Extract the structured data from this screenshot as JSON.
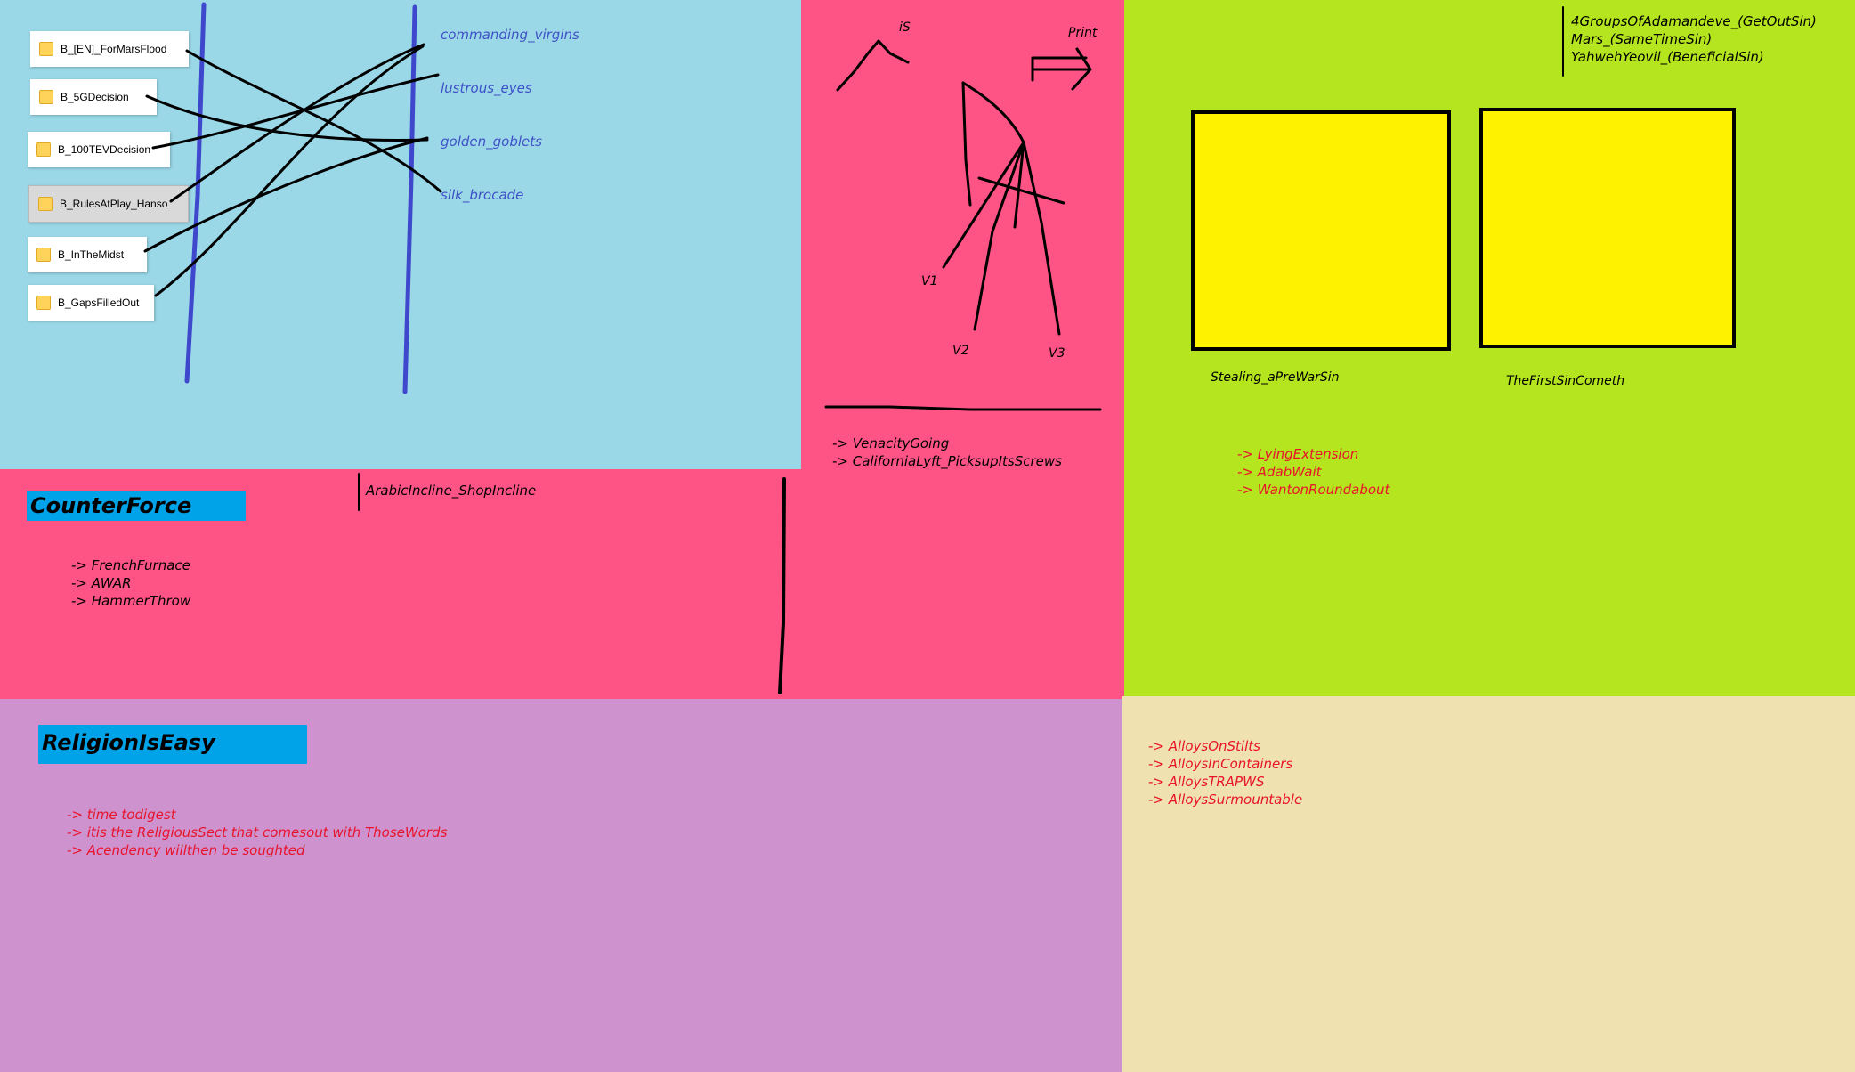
{
  "folders": [
    "B_[EN]_ForMarsFlood",
    "B_5GDecision",
    "B_100TEVDecision",
    "B_RulesAtPlay_Hanso",
    "B_InTheMidst",
    "B_GapsFilledOut"
  ],
  "blue_words": [
    "commanding_virgins",
    "lustrous_eyes",
    "golden_goblets",
    "silk_brocade"
  ],
  "pink_top": {
    "labels": {
      "top": "iS",
      "print": "Print",
      "v1": "V1",
      "v2": "V2",
      "v3": "V3"
    },
    "list": [
      "-> VenacityGoing",
      "-> CaliforniaLyft_PicksupItsScrews"
    ]
  },
  "green": {
    "header_lines": [
      "4GroupsOfAdamandeve_(GetOutSin)",
      "Mars_(SameTimeSin)",
      "YahwehYeovil_(BeneficialSin)"
    ],
    "box1_label": "Stealing_aPreWarSin",
    "box2_label": "TheFirstSinCometh",
    "list": [
      "-> LyingExtension",
      "-> AdabWait",
      "-> WantonRoundabout"
    ]
  },
  "counterforce": {
    "title": "CounterForce",
    "list": [
      "-> FrenchFurnace",
      "-> AWAR",
      "-> HammerThrow"
    ],
    "note": "ArabicIncline_ShopIncline"
  },
  "religion": {
    "title": "ReligionIsEasy",
    "list": [
      "-> time todigest",
      "-> itis the ReligiousSect that comesout with ThoseWords",
      "-> Acendency willthen be soughted"
    ]
  },
  "alloys": {
    "list": [
      "-> AlloysOnStilts",
      "-> AlloysInContainers",
      "-> AlloysTRAPWS",
      "-> AlloysSurmountable"
    ]
  },
  "colors": {
    "blue_panel": "#9ad8e8",
    "pink_panel": "#fd5485",
    "green_panel": "#b4e51e",
    "purple_panel": "#ce92ce",
    "cream_panel": "#efe2b0",
    "banner": "#00a2e8",
    "yellow_box": "#fff200"
  }
}
